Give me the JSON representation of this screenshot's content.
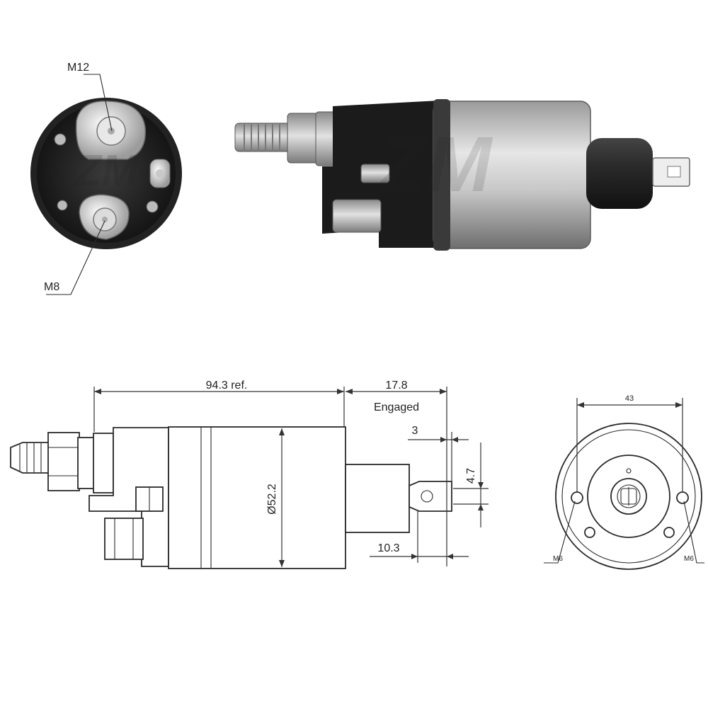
{
  "photo_end": {
    "callouts": [
      "M12",
      "M8"
    ]
  },
  "drawing_side": {
    "dimensions": {
      "overall_length": "94.3 ref.",
      "plunger_travel": "17.8",
      "engaged_note": "Engaged",
      "tab_offset": "3",
      "tab_width": "4.7",
      "body_diameter": "Ø52.2",
      "tab_position": "10.3"
    }
  },
  "drawing_end": {
    "dimensions": {
      "hole_spacing": "43"
    },
    "hole_labels": [
      "M6",
      "M6"
    ]
  }
}
